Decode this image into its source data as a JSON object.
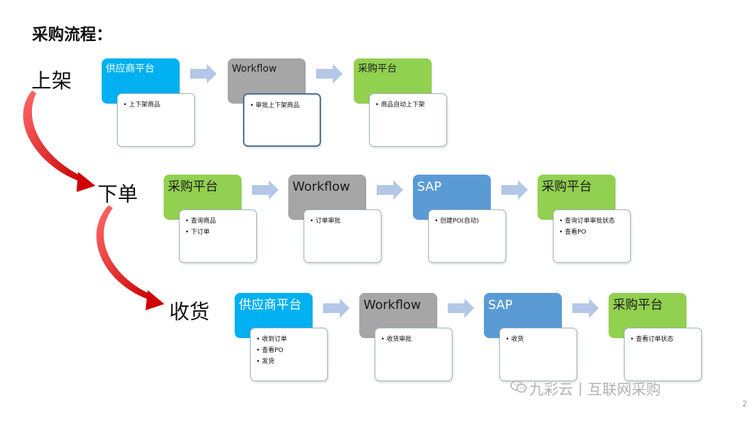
{
  "title": "采购流程：",
  "colors": {
    "cyan": "#00b0f0",
    "gray": "#a6a6a6",
    "green": "#92d050",
    "blue": "#5b9bd5",
    "arrow": "#b4c7e7",
    "red": "#e00000"
  },
  "stages": [
    {
      "label": "上架",
      "steps": [
        {
          "name": "供应商平台",
          "color": "cyan",
          "items": [
            "上下架商品"
          ]
        },
        {
          "name": "Workflow",
          "color": "gray",
          "items": [
            "审批上下架商品"
          ]
        },
        {
          "name": "采购平台",
          "color": "green",
          "items": [
            "商品自动上下架"
          ]
        }
      ]
    },
    {
      "label": "下单",
      "steps": [
        {
          "name": "采购平台",
          "color": "green",
          "items": [
            "查询商品",
            "下订单"
          ]
        },
        {
          "name": "Workflow",
          "color": "gray",
          "items": [
            "订单审批"
          ]
        },
        {
          "name": "SAP",
          "color": "blue",
          "items": [
            "创建PO(自动)"
          ]
        },
        {
          "name": "采购平台",
          "color": "green",
          "items": [
            "查询订单审批状态",
            "查看PO"
          ]
        }
      ]
    },
    {
      "label": "收货",
      "steps": [
        {
          "name": "供应商平台",
          "color": "cyan",
          "items": [
            "收到订单",
            "查看PO",
            "发货"
          ]
        },
        {
          "name": "Workflow",
          "color": "gray",
          "items": [
            "收货审批"
          ]
        },
        {
          "name": "SAP",
          "color": "blue",
          "items": [
            "收货"
          ]
        },
        {
          "name": "采购平台",
          "color": "green",
          "items": [
            "查看订单状态"
          ]
        }
      ]
    }
  ],
  "watermark": "九彩云丨互联网采购",
  "page_number": "2",
  "icons": {
    "flow_arrow": "right-block-arrow-icon",
    "stage_arrow": "curved-red-arrow-icon",
    "wechat": "wechat-icon"
  }
}
